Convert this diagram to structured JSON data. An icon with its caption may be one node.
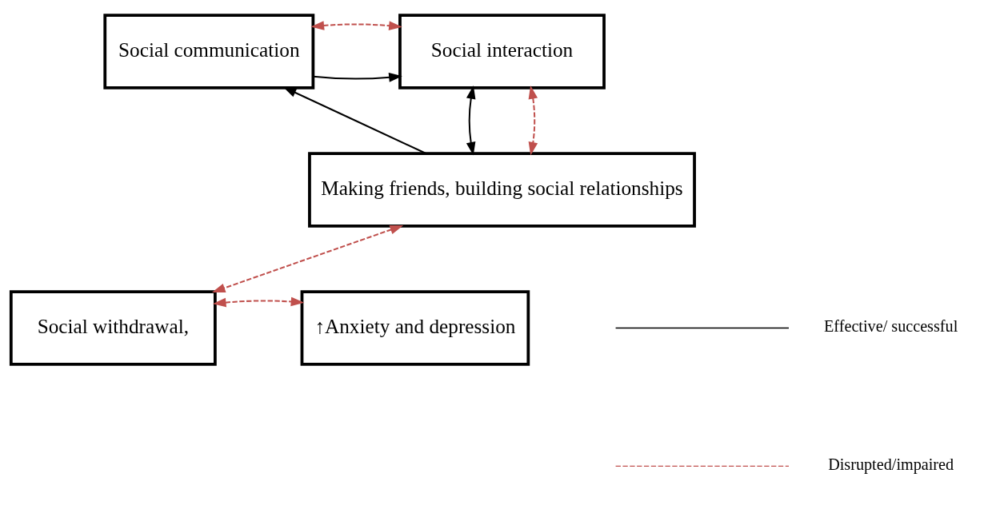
{
  "diagram": {
    "nodes": [
      {
        "text": [
          "Social communication"
        ]
      },
      {
        "text": [
          "Social interaction"
        ]
      },
      {
        "text": [
          "Making friends, building social relationships"
        ]
      },
      {
        "text": [
          "Social withdrawal,"
        ]
      },
      {
        "text": [
          "↑Anxiety and depression"
        ]
      }
    ],
    "edges": [
      {
        "from": 0,
        "to": 1,
        "arrow": "to",
        "color": "#000000"
      },
      {
        "from": 0,
        "to": 1,
        "arrow": "both",
        "style": "dashed"
      },
      {
        "from": 1,
        "to": 2,
        "arrow": "both",
        "color": "#000000"
      },
      {
        "from": 1,
        "to": 2,
        "arrow": "both",
        "style": "dashed"
      },
      {
        "from": 2,
        "to": 0,
        "arrow": "to",
        "color": "#000000"
      },
      {
        "from": 2,
        "to": 3,
        "arrow": "both",
        "style": "dashed"
      },
      {
        "from": 3,
        "to": 4,
        "arrow": "both",
        "style": "dashed"
      }
    ],
    "legend": [
      {
        "text": "Effective/ successful"
      },
      {
        "text": "Disrupted/impaired"
      }
    ]
  }
}
